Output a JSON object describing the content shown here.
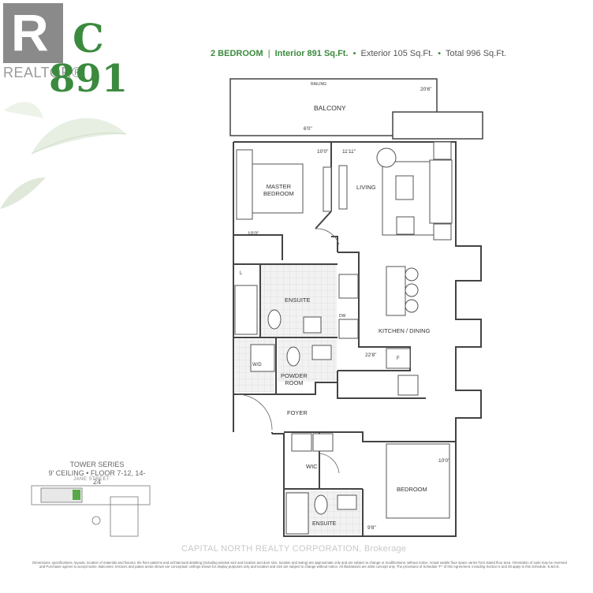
{
  "logo": {
    "letter": "R",
    "text": "REALTOR®"
  },
  "unit": {
    "letter": "C",
    "number": "891"
  },
  "spec": {
    "bedrooms": "2 BEDROOM",
    "divider": "|",
    "interior": "Interior 891 Sq.Ft.",
    "bullet": "•",
    "exterior": "Exterior 105 Sq.Ft.",
    "total": "Total 996 Sq.Ft."
  },
  "rooms": {
    "balcony": "BALCONY",
    "railing": "RAILING",
    "master_bedroom_line1": "MASTER",
    "master_bedroom_line2": "BEDROOM",
    "living": "LIVING",
    "ensuite": "ENSUITE",
    "kitchen_dining": "KITCHEN / DINING",
    "wd": "W/D",
    "powder_room_line1": "POWDER",
    "powder_room_line2": "ROOM",
    "foyer": "FOYER",
    "wic": "WIC",
    "bedroom": "BEDROOM",
    "ensuite2": "ENSUITE",
    "linen": "L",
    "dw": "DW",
    "fridge": "F"
  },
  "dims": {
    "balcony_width": "20'6\"",
    "balcony_depth": "6'0\"",
    "master_top": "10'0\"",
    "living_top": "11'11\"",
    "master_bottom": "10'0\"",
    "kitchen": "22'8\"",
    "bedroom_top": "10'0\"",
    "bedroom_bottom": "9'8\""
  },
  "key_plan": {
    "series": "TOWER SERIES",
    "floors": "9' CEILING • FLOOR 7-12, 14-24",
    "street": "JANE STREET"
  },
  "watermark": "CAPITAL NORTH REALTY CORPORATION, Brokerage",
  "disclaimer": "Dimensions, specifications, layouts, location of materials and fixtures, tile floor patterns and architectural detailing (including window size and location and door size, location and swing) are approximate only and are subject to change or modifications, without notice. Actual usable floor space varies from stated floor area. Orientation of suite may be reversed and Purchaser agrees to accept same. Balconies, terraces and patios areas shown are conceptual; ceilings shown for display purposes only and location and size are subject to change without notice. All illustrations are artist concept only. The provisions of Schedule \"F\" of this Agreement, including Section 6 and 38 apply to this Schedule. E.&O.E.",
  "colors": {
    "accent": "#3b8a3e",
    "logo_gray": "#8a8a8a",
    "wall": "#444444"
  }
}
